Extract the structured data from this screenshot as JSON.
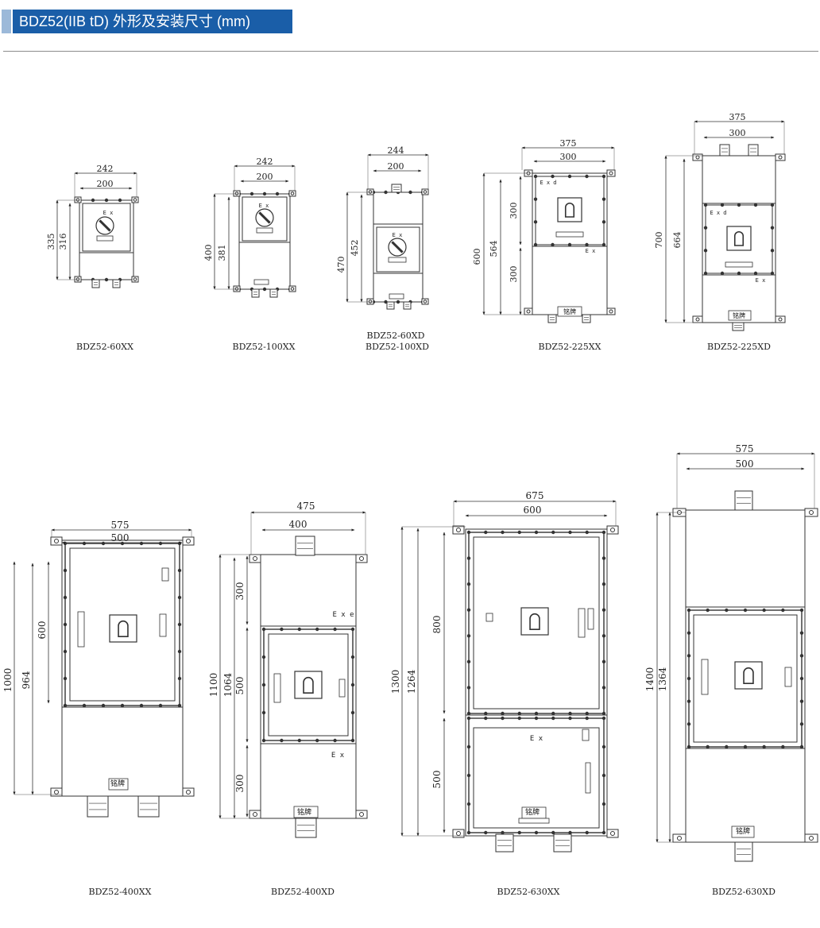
{
  "header": {
    "title": "BDZ52(IIB tD) 外形及安装尺寸 (mm)",
    "accent": "#1a5ea8"
  },
  "units": {
    "u1": {
      "caption": "BDZ52-60XX",
      "w_outer": "242",
      "w_inner": "200",
      "h_outer": "335",
      "h_inner": "316",
      "ex": "E x"
    },
    "u2": {
      "caption": "BDZ52-100XX",
      "w_outer": "242",
      "w_inner": "200",
      "h_outer": "400",
      "h_inner": "381",
      "ex": "E x"
    },
    "u3": {
      "caption1": "BDZ52-60XD",
      "caption2": "BDZ52-100XD",
      "w_outer": "244",
      "w_inner": "200",
      "h_outer": "470",
      "h_inner": "452",
      "ex": "E x"
    },
    "u4": {
      "caption": "BDZ52-225XX",
      "w_outer": "375",
      "w_inner": "300",
      "h_outer": "600",
      "h_inner": "564",
      "h_top": "300",
      "h_bot": "300",
      "exd": "E x d",
      "ex": "E x",
      "nameplate": "铭牌"
    },
    "u5": {
      "caption": "BDZ52-225XD",
      "w_outer": "375",
      "w_inner": "300",
      "h_outer": "700",
      "h_inner": "664",
      "exd": "E x d",
      "ex": "E x",
      "nameplate": "铭牌"
    },
    "u6": {
      "caption": "BDZ52-400XX",
      "w_outer": "575",
      "w_inner": "500",
      "h_outer": "1000",
      "h_inner": "964",
      "h_top": "600",
      "nameplate": "铭牌"
    },
    "u7": {
      "caption": "BDZ52-400XD",
      "w_outer": "475",
      "w_inner": "400",
      "h_outer": "1100",
      "h_inner": "1064",
      "h_a": "300",
      "h_b": "500",
      "h_c": "300",
      "ex_top": "E x e",
      "ex_bot": "E x",
      "nameplate": "铭牌"
    },
    "u8": {
      "caption": "BDZ52-630XX",
      "w_outer": "675",
      "w_inner": "600",
      "h_outer": "1300",
      "h_inner": "1264",
      "h_top": "800",
      "h_bot": "500",
      "ex": "E x",
      "nameplate": "铭牌"
    },
    "u9": {
      "caption": "BDZ52-630XD",
      "w_outer": "575",
      "w_inner": "500",
      "h_outer": "1400",
      "h_inner": "1364",
      "nameplate": "铭牌"
    }
  }
}
